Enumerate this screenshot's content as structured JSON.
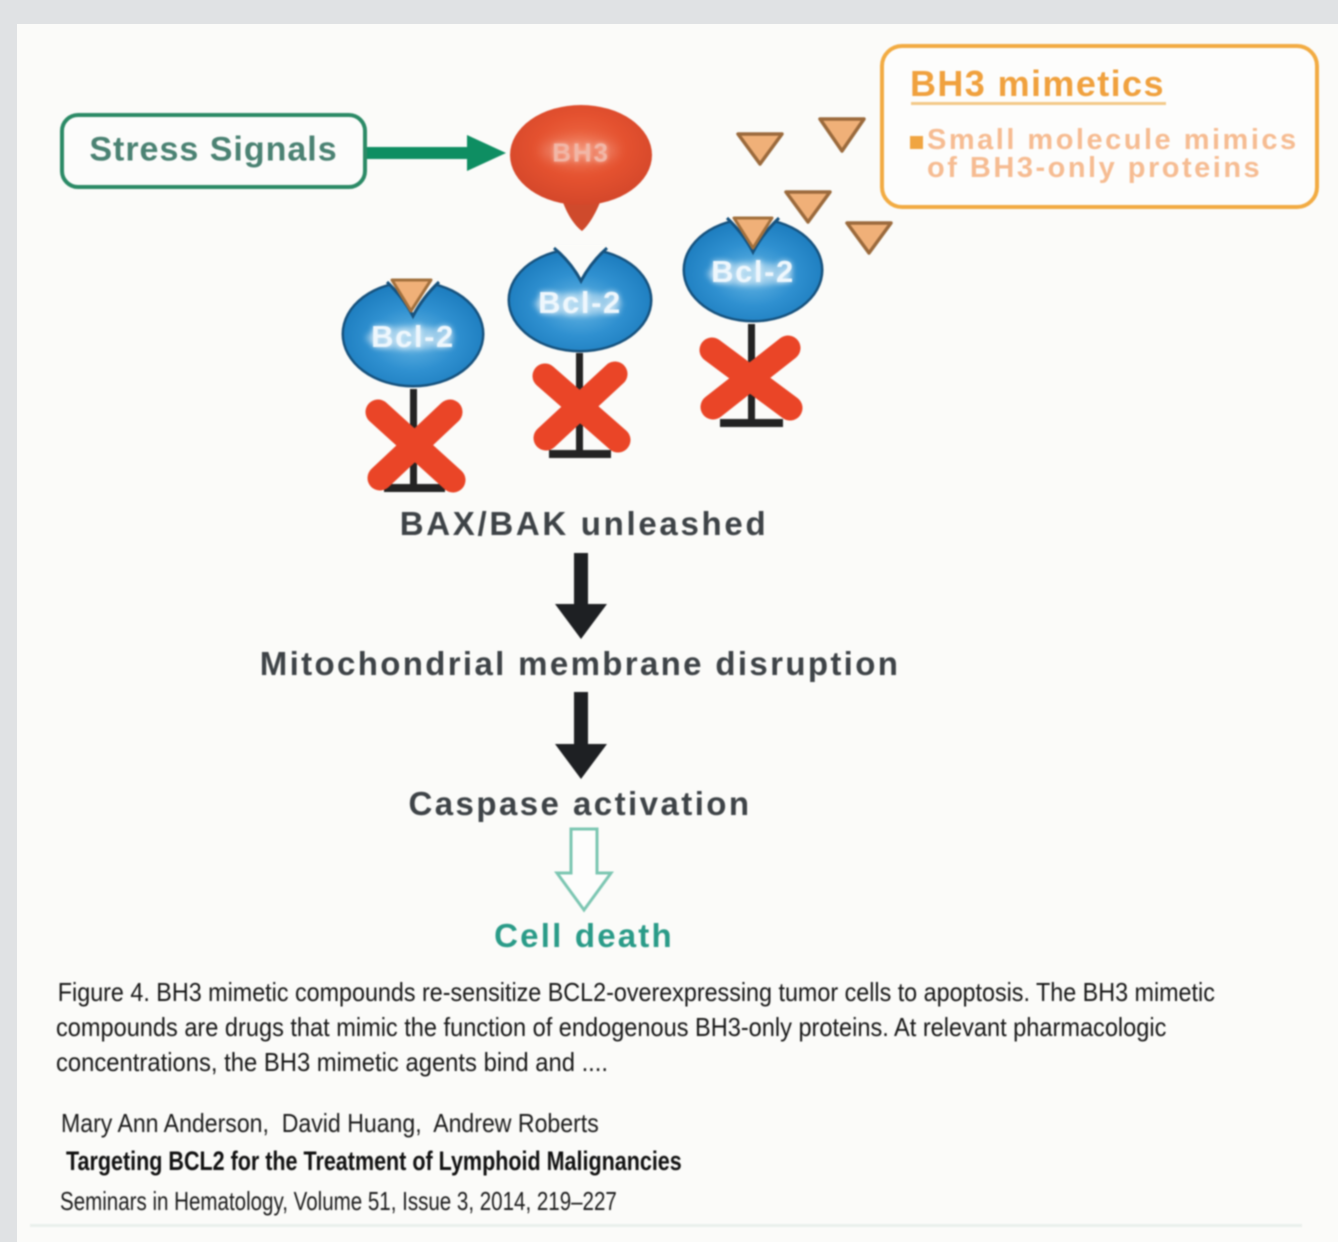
{
  "figure": {
    "stress_box_label": "Stress Signals",
    "bh3_balloon_label": "BH3",
    "bcl2_label": "Bcl-2",
    "mimetics_box": {
      "title": "BH3 mimetics",
      "bullet_line1": "Small molecule mimics",
      "bullet_line2": "of BH3-only proteins"
    },
    "flow": {
      "bax_bak": "BAX/BAK unleashed",
      "mitochondrial": "Mitochondrial membrane disruption",
      "caspase": "Caspase activation",
      "cell_death": "Cell death"
    }
  },
  "caption": {
    "line1": "Figure 4. BH3 mimetic compounds re-sensitize BCL2-overexpressing tumor cells to apoptosis. The BH3 mimetic",
    "line2": "compounds are drugs that mimic the function of endogenous BH3-only proteins. At relevant pharmacologic",
    "line3": "concentrations, the BH3 mimetic agents bind and ...."
  },
  "reference": {
    "authors": "Mary Ann Anderson,  David Huang,  Andrew Roberts",
    "title": "Targeting BCL2 for the Treatment of Lymphoid Malignancies",
    "journal": "Seminars in Hematology, Volume 51, Issue 3, 2014, 219–227"
  },
  "colors": {
    "outer_background": "#e0e2e4",
    "page_background": "#fbfbf9",
    "green_accent": "#0e8e62",
    "stress_text": "#46806f",
    "red_balloon": "#e65334",
    "red_x": "#ea4527",
    "blue_protein": "#2387cc",
    "orange_box_border": "#f2ab42",
    "orange_title": "#f09c35",
    "orange_bullet_text": "#f5b485",
    "triangle_fill": "#f2b377",
    "gray_label": "#3e4347",
    "teal_cell_death": "#2a9b88",
    "black": "#202224"
  }
}
